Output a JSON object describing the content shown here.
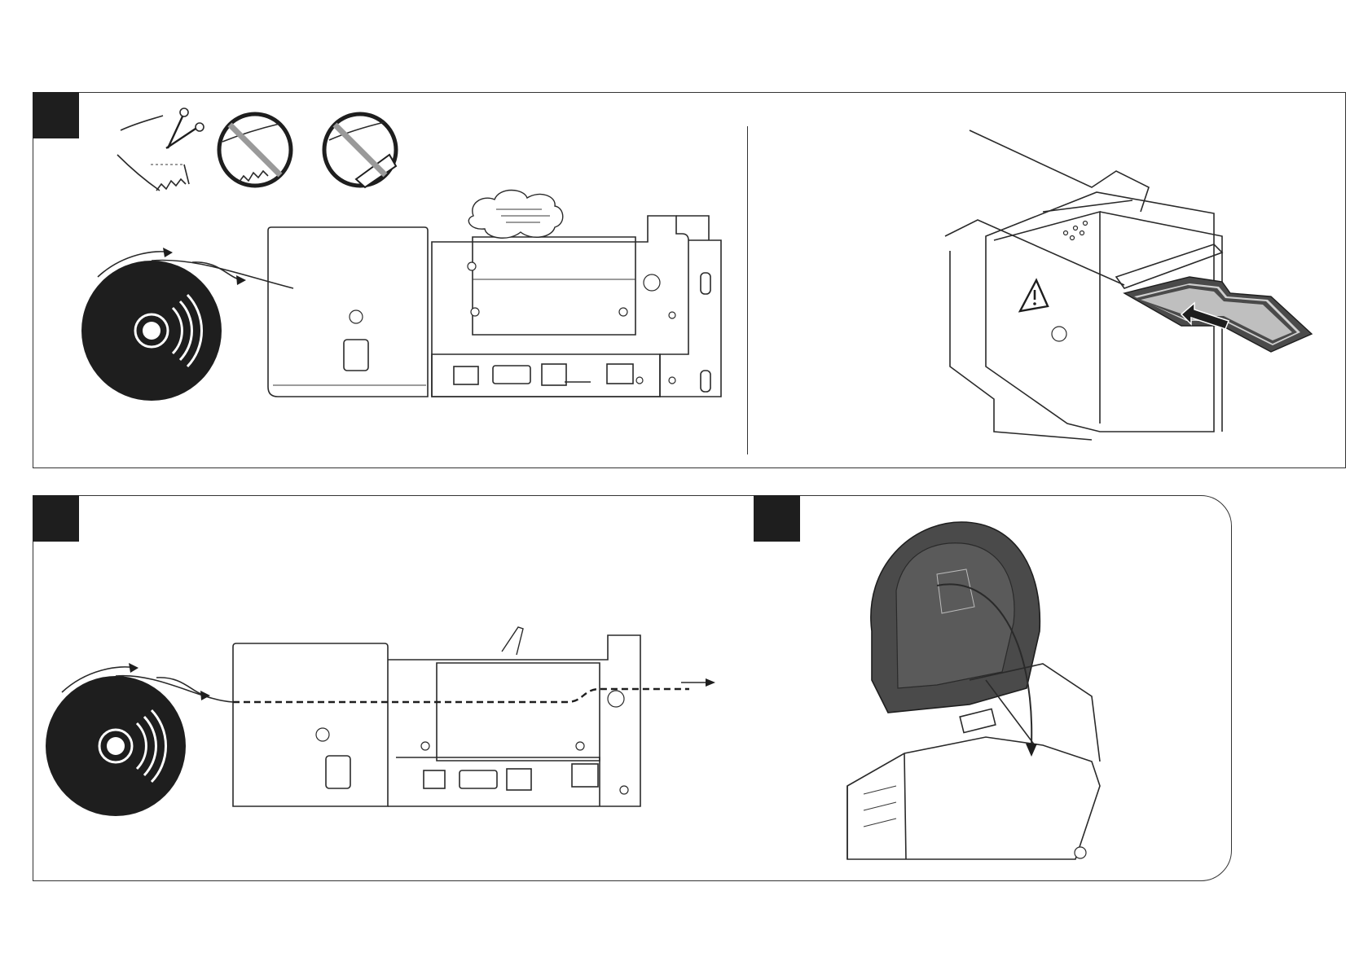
{
  "illustration": {
    "steps": [
      {
        "id": "step-1",
        "marker": "filled-square"
      },
      {
        "id": "step-2",
        "marker": "filled-square"
      },
      {
        "id": "step-3",
        "marker": "filled-square"
      },
      {
        "id": "step-4",
        "marker": "filled-square"
      }
    ],
    "icons": [
      "scissors-icon",
      "prohibited-torn-edge-icon",
      "prohibited-folded-edge-icon",
      "paper-roll-icon",
      "warning-icon",
      "feed-arrow-icon",
      "close-cover-arrow-icon"
    ],
    "colors": {
      "ink": "#1e1e1e",
      "cover": "#4a4a4a",
      "paper": "#ffffff",
      "dust": "#ffffff"
    }
  }
}
